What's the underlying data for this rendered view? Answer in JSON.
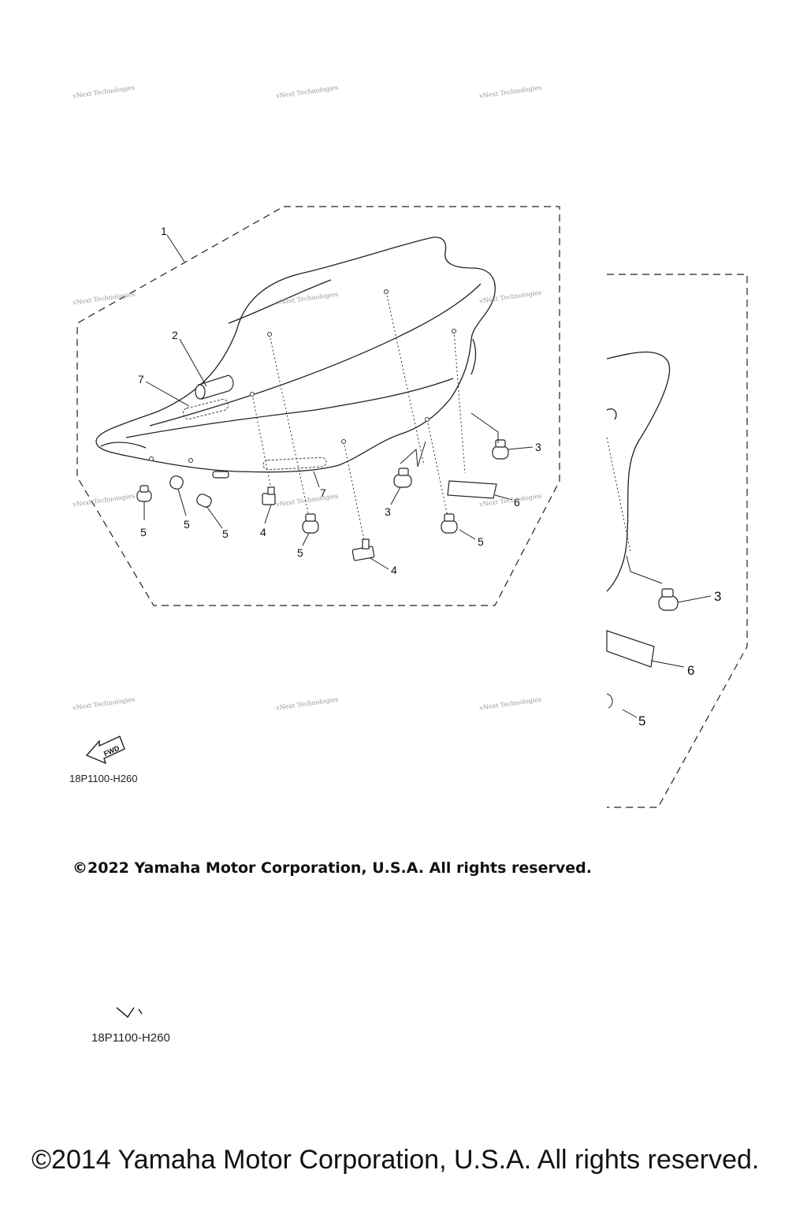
{
  "diagram": {
    "callouts": [
      "1",
      "2",
      "3",
      "4",
      "5",
      "6",
      "7"
    ],
    "fwd_label": "FWD",
    "part_code": "18P1100-H260",
    "watermark": "vNext Technologies"
  },
  "footer": {
    "copyright_2022": "©2022 Yamaha Motor Corporation, U.S.A. All rights reserved.",
    "copyright_2014": "©2014 Yamaha Motor Corporation, U.S.A. All rights reserved."
  }
}
